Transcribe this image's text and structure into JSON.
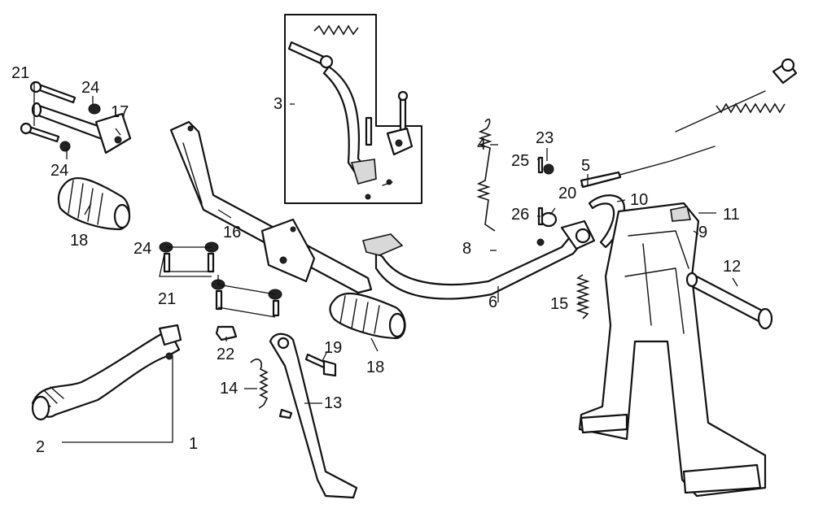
{
  "labels": {
    "p1": "1",
    "p2": "2",
    "p3": "3",
    "p4": "4",
    "p5": "5",
    "p6": "6",
    "p8": "8",
    "p9": "9",
    "p10": "10",
    "p11": "11",
    "p12": "12",
    "p13": "13",
    "p14": "14",
    "p15": "15",
    "p16": "16",
    "p17": "17",
    "p18a": "18",
    "p18b": "18",
    "p19": "19",
    "p20": "20",
    "p21a": "21",
    "p21b": "21",
    "p22": "22",
    "p23": "23",
    "p24a": "24",
    "p24b": "24",
    "p24c": "24",
    "p25": "25",
    "p26": "26"
  }
}
